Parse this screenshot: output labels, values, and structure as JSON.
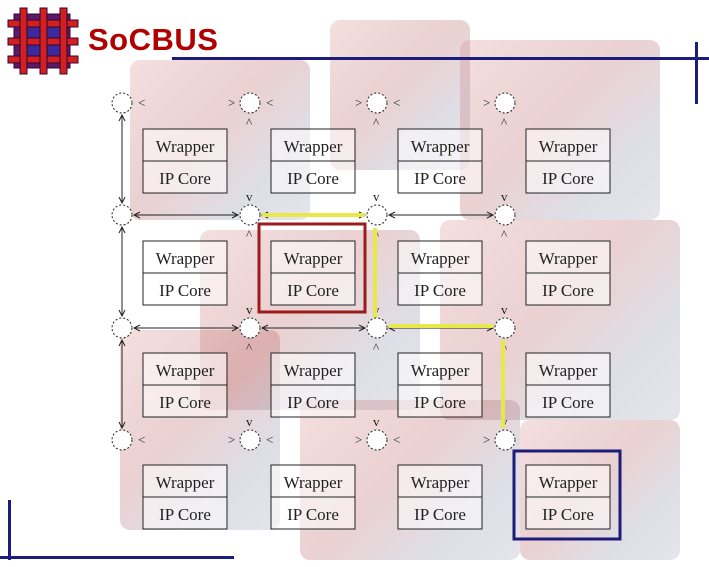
{
  "header": {
    "title": "SoCBUS",
    "logo_icon": "cube-lattice-logo-icon"
  },
  "diagram": {
    "core_labels": {
      "wrapper": "Wrapper",
      "core": "IP Core"
    },
    "rows": 4,
    "cols": 4,
    "highlights": {
      "red_box": {
        "row": 1,
        "col": 1,
        "color": "#9b1c1c"
      },
      "blue_box": {
        "row": 3,
        "col": 3,
        "color": "#1c1c7a"
      },
      "yellow_path_color": "#e8e84a"
    }
  },
  "colors": {
    "title": "#b00000",
    "frame": "#1c1c7a"
  }
}
